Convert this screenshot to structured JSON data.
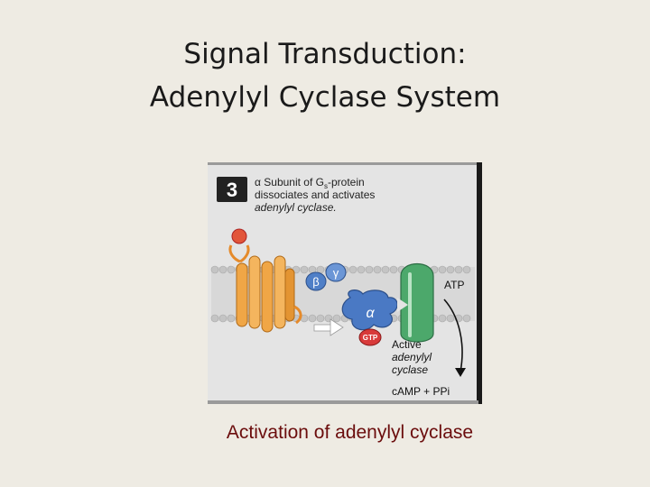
{
  "slide": {
    "title_line1": "Signal Transduction:",
    "title_line2": "Adenylyl Cyclase System",
    "caption": "Activation of adenylyl cyclase"
  },
  "figure": {
    "step_number": "3",
    "step_text_line1_prefix": "α Subunit of G",
    "step_text_line1_sub": "s",
    "step_text_line1_suffix": "-protein",
    "step_text_line2": "dissociates and activates",
    "step_text_line3": "adenylyl cyclase.",
    "beta_label": "β",
    "gamma_label": "γ",
    "alpha_label": "α",
    "gtp_label": "GTP",
    "atp_label": "ATP",
    "active_label_line1": "Active",
    "active_label_line2": "adenylyl",
    "active_label_line3": "cyclase",
    "product_label": "cAMP + PPi"
  },
  "colors": {
    "background": "#eeebe3",
    "figure_bg": "#e3e3e3",
    "membrane": "#cfcfcf",
    "receptor": "#f0a646",
    "g_protein": "#4f7fc7",
    "cyclase": "#4ca86b",
    "gtp": "#d83a3a",
    "caption": "#6b0d0d"
  }
}
